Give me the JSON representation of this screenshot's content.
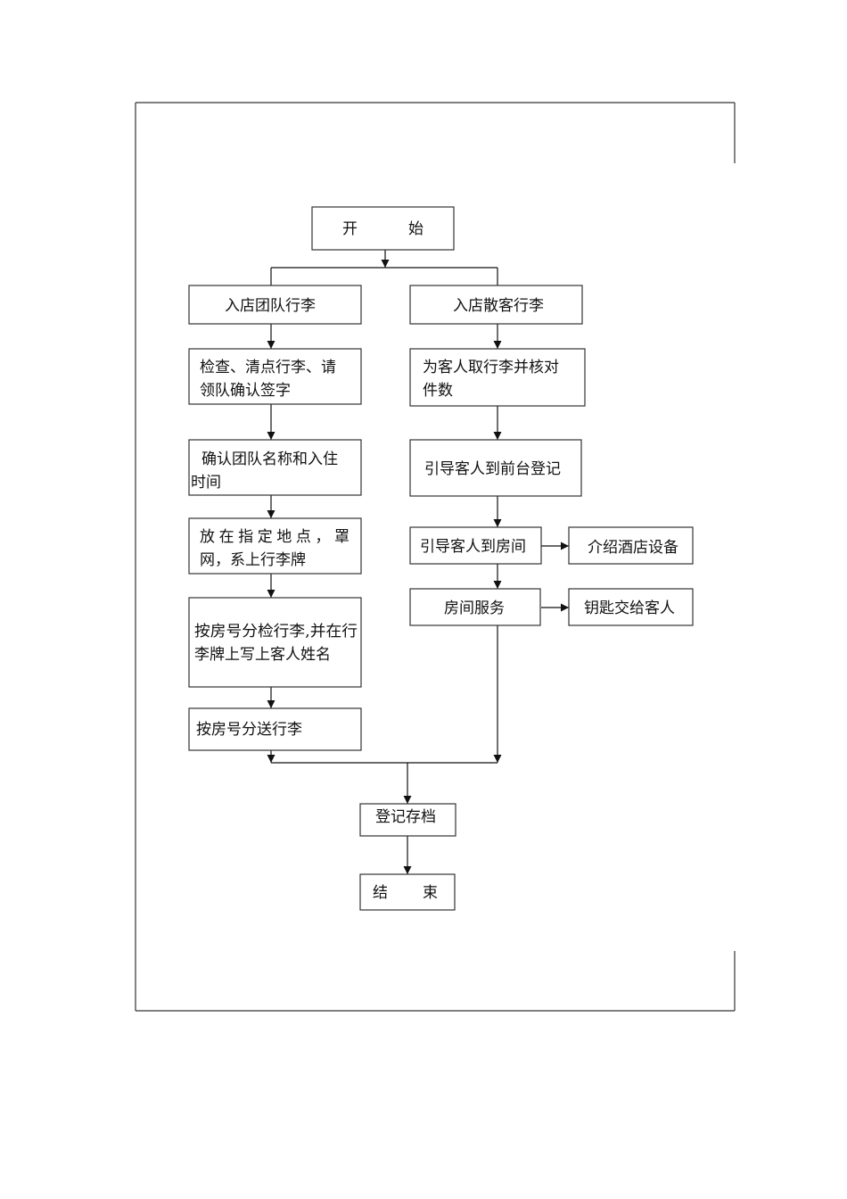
{
  "diagram": {
    "nodes": {
      "start": [
        "开",
        "始"
      ],
      "group_luggage": [
        "入店团队行李"
      ],
      "individual_luggage": [
        "入店散客行李"
      ],
      "check_count": [
        "检查、清点行李、请",
        "领队确认签字"
      ],
      "confirm_group": [
        "确认团队名称和入住",
        "时间"
      ],
      "place_tag": [
        "放在指定地点，罩",
        "网，系上行李牌"
      ],
      "sort_by_room": [
        "按房号分检行李,并在行",
        "李牌上写上客人姓名"
      ],
      "deliver_by_room": [
        "按房号分送行李"
      ],
      "fetch_luggage": [
        "为客人取行李并核对",
        "件数"
      ],
      "guide_front_desk": [
        "引导客人到前台登记"
      ],
      "guide_to_room": [
        "引导客人到房间"
      ],
      "introduce_facilities": [
        "介绍酒店设备"
      ],
      "room_service": [
        "房间服务"
      ],
      "hand_key": [
        "钥匙交给客人"
      ],
      "register_archive": [
        "登记存档"
      ],
      "end": [
        "结",
        "束"
      ]
    }
  }
}
